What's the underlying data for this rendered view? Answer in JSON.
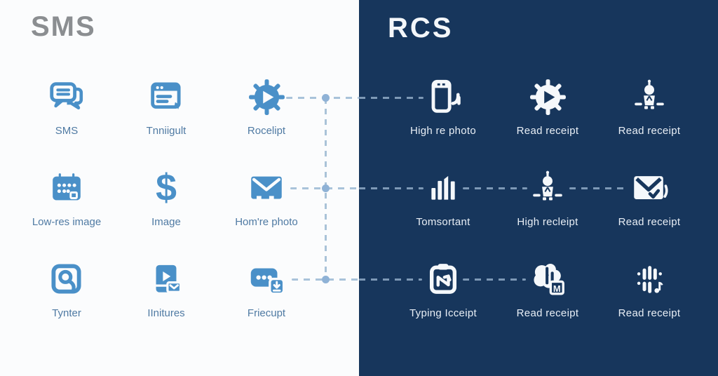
{
  "left_panel": {
    "title": "SMS",
    "items": [
      {
        "label": "SMS",
        "icon": "chat-bubbles-icon"
      },
      {
        "label": "Tnniigult",
        "icon": "browser-window-icon"
      },
      {
        "label": "Rocelipt",
        "icon": "gear-play-icon"
      },
      {
        "label": "Low-res image",
        "icon": "calendar-icon"
      },
      {
        "label": "Image",
        "icon": "dollar-icon"
      },
      {
        "label": "Hom're photo",
        "icon": "envelope-icon"
      },
      {
        "label": "Tynter",
        "icon": "photo-frame-icon"
      },
      {
        "label": "IInitures",
        "icon": "video-player-icon"
      },
      {
        "label": "Friecupt",
        "icon": "typing-bubble-icon"
      }
    ]
  },
  "right_panel": {
    "title": "RCS",
    "items": [
      {
        "label": "High re photo",
        "icon": "smartphone-icon"
      },
      {
        "label": "Read receipt",
        "icon": "gear-play-icon"
      },
      {
        "label": "Read receipt",
        "icon": "robot-icon"
      },
      {
        "label": "Tomsortant",
        "icon": "bar-chart-icon"
      },
      {
        "label": "High recleipt",
        "icon": "robot-icon"
      },
      {
        "label": "Read receipt",
        "icon": "envelope-check-icon"
      },
      {
        "label": "Typing Icceipt",
        "icon": "clipboard-arrow-icon"
      },
      {
        "label": "Read receipt",
        "icon": "brain-bars-icon"
      },
      {
        "label": "Read receipt",
        "icon": "audio-bars-icon"
      }
    ]
  },
  "colors": {
    "left_background": "#fbfcfd",
    "right_background": "#17365c",
    "left_title": "#8b8e91",
    "right_title": "#f4f7fa",
    "left_icon": "#4a90c8",
    "right_icon": "#f5f8fb",
    "left_label": "#4f7aa3",
    "right_label": "#e9eff6",
    "dash_light": "#a9c3da",
    "dash_dark": "#7e99b6",
    "node": "#8fb2d6"
  }
}
